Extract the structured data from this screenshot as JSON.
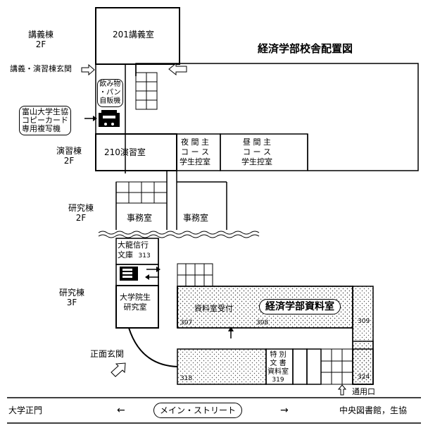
{
  "title": "経済学部校舎配置図",
  "floors": {
    "lecture": [
      "講義棟",
      "2F"
    ],
    "exercise": [
      "演習棟",
      "2F"
    ],
    "research2": [
      "研究棟",
      "2F"
    ],
    "research3": [
      "研究棟",
      "3F"
    ]
  },
  "entrance_lecture": "講義・演習棟玄関",
  "front_entrance": "正面玄関",
  "rooms": {
    "r201": "201講義室",
    "r210": "210演習室",
    "vending": [
      "飲み物",
      "・パン",
      "自販機"
    ],
    "copy": [
      "富山大学生協",
      "コピーカード",
      "専用複写機"
    ],
    "night_course": [
      "夜 間 主",
      "コ ー ス",
      "学生控室"
    ],
    "day_course": [
      "昼 間 主",
      "コ ー ス",
      "学生控室"
    ],
    "office1": "事務室",
    "office2": "事務室",
    "ohno": [
      "大龍信行",
      "文庫"
    ],
    "ohno_num": "313",
    "grad": [
      "大学院生",
      "研究室"
    ],
    "reception": "資料室受付",
    "materials": "経済学部資料室",
    "special": [
      "特 別",
      "文 書",
      "資料室"
    ],
    "num307": "307",
    "num308": "308",
    "num309": "309",
    "num318": "318",
    "num319": "319",
    "num324": "324"
  },
  "side_entrance": "通用口",
  "street": {
    "left": "大学正門",
    "arrow_left": "←",
    "name": "メイン・ストリート",
    "arrow_right": "→",
    "right": "中央図書館，生協"
  }
}
